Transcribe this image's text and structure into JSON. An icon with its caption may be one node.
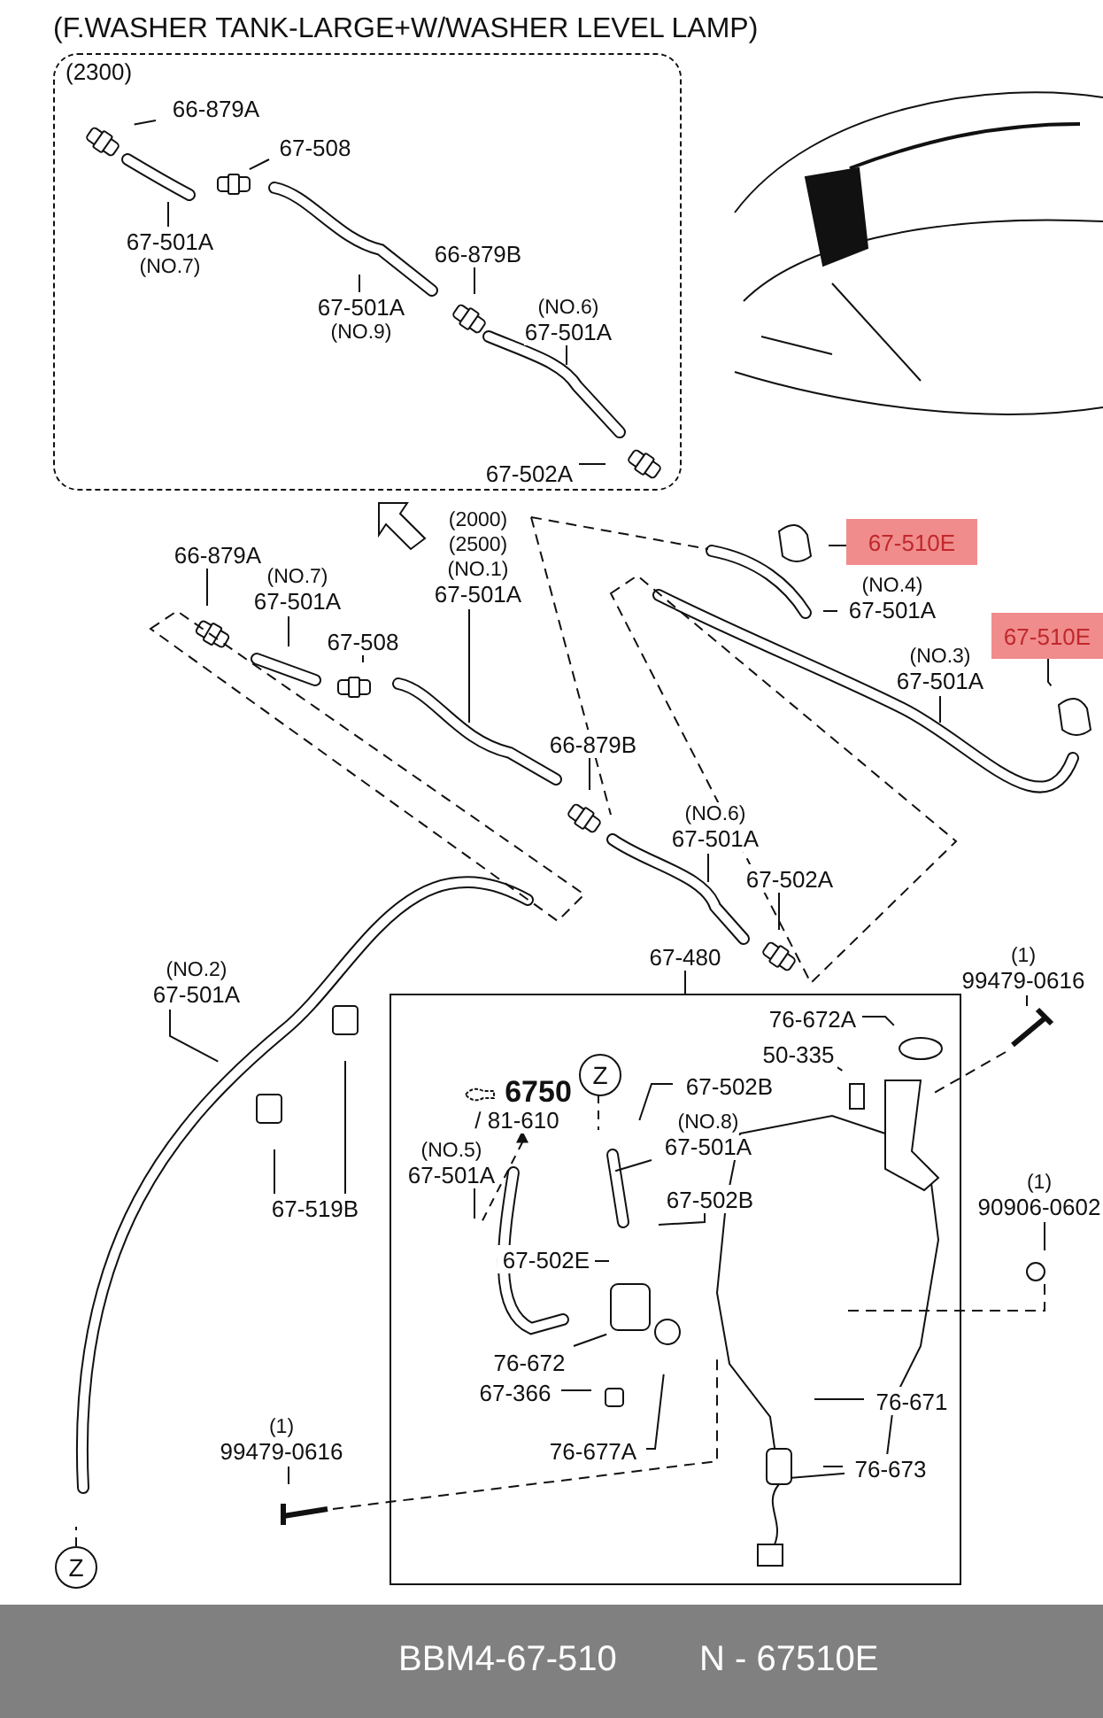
{
  "diagram": {
    "title": "(F.WASHER TANK-LARGE+W/WASHER LEVEL LAMP)",
    "nodes": [
      {
        "text": [
          "(2300)"
        ]
      },
      {
        "text": [
          "66-879A"
        ],
        "in": 0
      },
      {
        "text": [
          "67-508"
        ],
        "in": 0
      },
      {
        "text": [
          "67-501A",
          "(NO.7)"
        ],
        "in": 0
      },
      {
        "text": [
          "67-501A",
          "(NO.9)"
        ],
        "in": 0
      },
      {
        "text": [
          "66-879B"
        ],
        "in": 0
      },
      {
        "text": [
          "(NO.6)",
          "67-501A"
        ],
        "in": 0
      },
      {
        "text": [
          "67-502A"
        ],
        "in": 0
      },
      {
        "text": [
          "66-879A"
        ]
      },
      {
        "text": [
          "(NO.7)",
          "67-501A"
        ]
      },
      {
        "text": [
          "67-508"
        ]
      },
      {
        "text": [
          "(2000)",
          "(2500)",
          "(NO.1)",
          "67-501A"
        ]
      },
      {
        "text": [
          "66-879B"
        ]
      },
      {
        "text": [
          "(NO.6)",
          "67-501A"
        ]
      },
      {
        "text": [
          "67-502A"
        ]
      },
      {
        "text": [
          "67-510E"
        ]
      },
      {
        "text": [
          "(NO.4)",
          "67-501A"
        ]
      },
      {
        "text": [
          "67-510E"
        ]
      },
      {
        "text": [
          "(NO.3)",
          "67-501A"
        ]
      },
      {
        "text": [
          "(NO.2)",
          "67-501A"
        ]
      },
      {
        "text": [
          "67-519B"
        ]
      },
      {
        "text": [
          "67-480"
        ]
      },
      {
        "text": [
          "(1)",
          "99479-0616"
        ]
      },
      {
        "text": [],
        "shape": "box"
      },
      {
        "text": [
          "76-672A"
        ],
        "in": 23
      },
      {
        "text": [
          "50-335"
        ],
        "in": 23
      },
      {
        "text": [
          "Z"
        ],
        "in": 23
      },
      {
        "text": [
          "67-502B"
        ],
        "in": 23
      },
      {
        "text": [
          "6750",
          "/ 81-610"
        ],
        "in": 23
      },
      {
        "text": [
          "(NO.8)",
          "67-501A"
        ],
        "in": 23
      },
      {
        "text": [
          "(NO.5)",
          "67-501A"
        ],
        "in": 23
      },
      {
        "text": [
          "67-502B"
        ],
        "in": 23
      },
      {
        "text": [
          "67-502E"
        ],
        "in": 23
      },
      {
        "text": [
          "(1)",
          "90906-0602"
        ]
      },
      {
        "text": [
          "76-672"
        ],
        "in": 23
      },
      {
        "text": [
          "76-671"
        ],
        "in": 23
      },
      {
        "text": [
          "67-366"
        ],
        "in": 23
      },
      {
        "text": [
          "76-677A"
        ],
        "in": 23
      },
      {
        "text": [
          "76-673"
        ],
        "in": 23
      },
      {
        "text": [
          "(1)",
          "99479-0616"
        ]
      },
      {
        "text": [
          "Z"
        ]
      }
    ],
    "edges": [
      {
        "from": 1,
        "to": null,
        "arrow": "none"
      },
      {
        "from": 2,
        "to": null,
        "arrow": "none"
      },
      {
        "from": 3,
        "to": null,
        "arrow": "none"
      },
      {
        "from": 4,
        "to": null,
        "arrow": "none"
      },
      {
        "from": 5,
        "to": null,
        "arrow": "none"
      },
      {
        "from": 6,
        "to": null,
        "arrow": "none"
      },
      {
        "from": 7,
        "to": null,
        "arrow": "none"
      },
      {
        "from": 8,
        "to": null,
        "arrow": "none"
      },
      {
        "from": 9,
        "to": null,
        "arrow": "none"
      },
      {
        "from": 10,
        "to": null,
        "arrow": "none"
      },
      {
        "from": 11,
        "to": null,
        "arrow": "none"
      },
      {
        "from": 12,
        "to": null,
        "arrow": "none"
      },
      {
        "from": 13,
        "to": null,
        "arrow": "none"
      },
      {
        "from": 14,
        "to": null,
        "arrow": "none"
      },
      {
        "from": 15,
        "to": null,
        "arrow": "none"
      },
      {
        "from": 16,
        "to": null,
        "arrow": "none"
      },
      {
        "from": 17,
        "to": null,
        "arrow": "none"
      },
      {
        "from": 18,
        "to": null,
        "arrow": "none"
      },
      {
        "from": 19,
        "to": null,
        "arrow": "none"
      },
      {
        "from": 20,
        "to": null,
        "arrow": "none"
      },
      {
        "from": 20,
        "to": null,
        "arrow": "none"
      },
      {
        "from": 21,
        "to": 23,
        "arrow": "none"
      },
      {
        "from": 22,
        "to": null,
        "arrow": "none"
      },
      {
        "from": 24,
        "to": null,
        "arrow": "none"
      },
      {
        "from": 25,
        "to": null,
        "arrow": "none"
      },
      {
        "from": 26,
        "to": null,
        "arrow": "none",
        "style": "dashed"
      },
      {
        "from": 27,
        "to": null,
        "arrow": "none"
      },
      {
        "from": null,
        "to": 28,
        "arrow": "to",
        "style": "dashed"
      },
      {
        "from": 29,
        "to": null,
        "arrow": "none"
      },
      {
        "from": 30,
        "to": null,
        "arrow": "none"
      },
      {
        "from": 31,
        "to": null,
        "arrow": "none"
      },
      {
        "from": 32,
        "to": null,
        "arrow": "none"
      },
      {
        "from": 33,
        "to": null,
        "arrow": "none"
      },
      {
        "from": 34,
        "to": null,
        "arrow": "none"
      },
      {
        "from": 35,
        "to": null,
        "arrow": "none"
      },
      {
        "from": 36,
        "to": null,
        "arrow": "none"
      },
      {
        "from": 37,
        "to": null,
        "arrow": "none"
      },
      {
        "from": 38,
        "to": null,
        "arrow": "none"
      },
      {
        "from": 39,
        "to": null,
        "arrow": "none"
      },
      {
        "from": 40,
        "to": null,
        "arrow": "none",
        "style": "dashed"
      }
    ],
    "labels": [
      "BBM4-67-510",
      "N - 67510E"
    ]
  }
}
